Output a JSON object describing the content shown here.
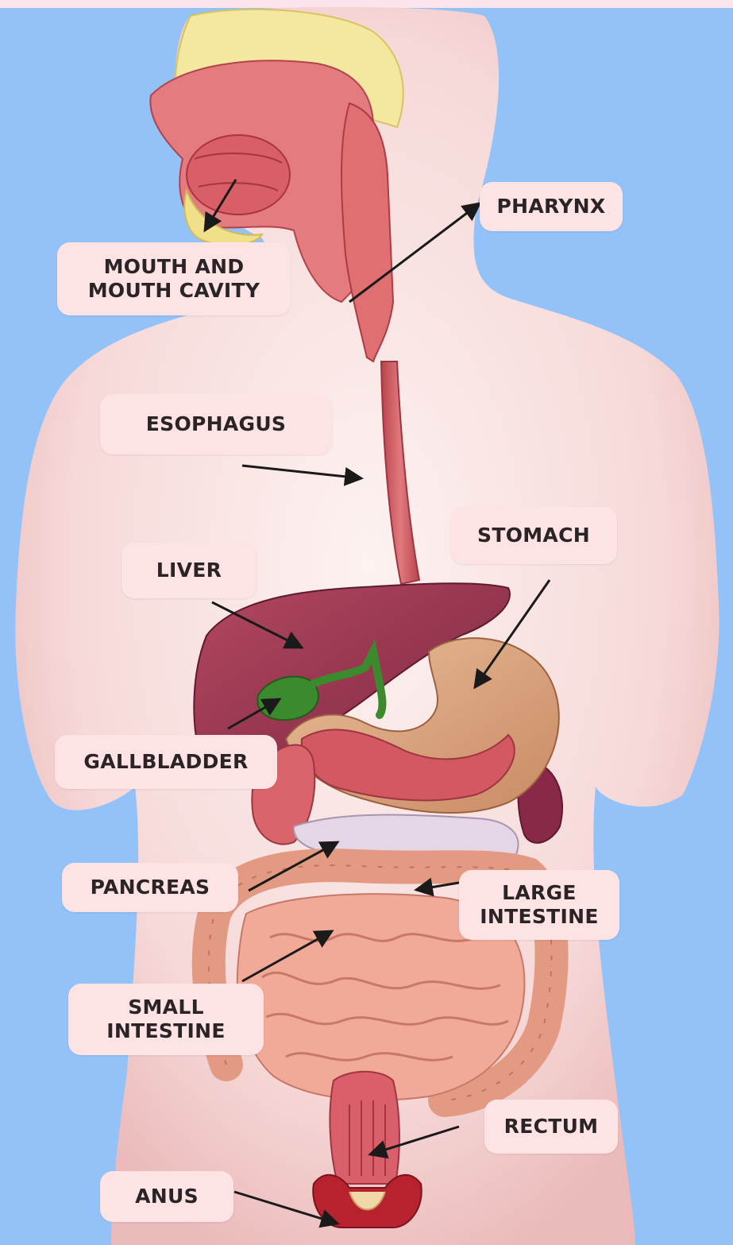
{
  "labels": {
    "mouth": [
      "MOUTH AND",
      "MOUTH CAVITY"
    ],
    "pharynx": [
      "PHARYNX"
    ],
    "esophagus": [
      "ESOPHAGUS"
    ],
    "stomach": [
      "STOMACH"
    ],
    "liver": [
      "LIVER"
    ],
    "gallbladder": [
      "GALLBLADDER"
    ],
    "pancreas": [
      "PANCREAS"
    ],
    "large_intestine": [
      "LARGE",
      "INTESTINE"
    ],
    "small_intestine": [
      "SMALL",
      "INTESTINE"
    ],
    "rectum": [
      "RECTUM"
    ],
    "anus": [
      "ANUS"
    ]
  },
  "colors": {
    "background": "#93c2f8",
    "label_fill": "#fde3e4",
    "label_text": "#2b2426",
    "arrow": "#1a1a1a",
    "body_skin": "#f7dcdc",
    "liver": "#9c3650",
    "gallbladder": "#3c8a2e",
    "stomach": "#d9a27a",
    "intestine": "#f0a796",
    "mucosa": "#c9434d"
  }
}
